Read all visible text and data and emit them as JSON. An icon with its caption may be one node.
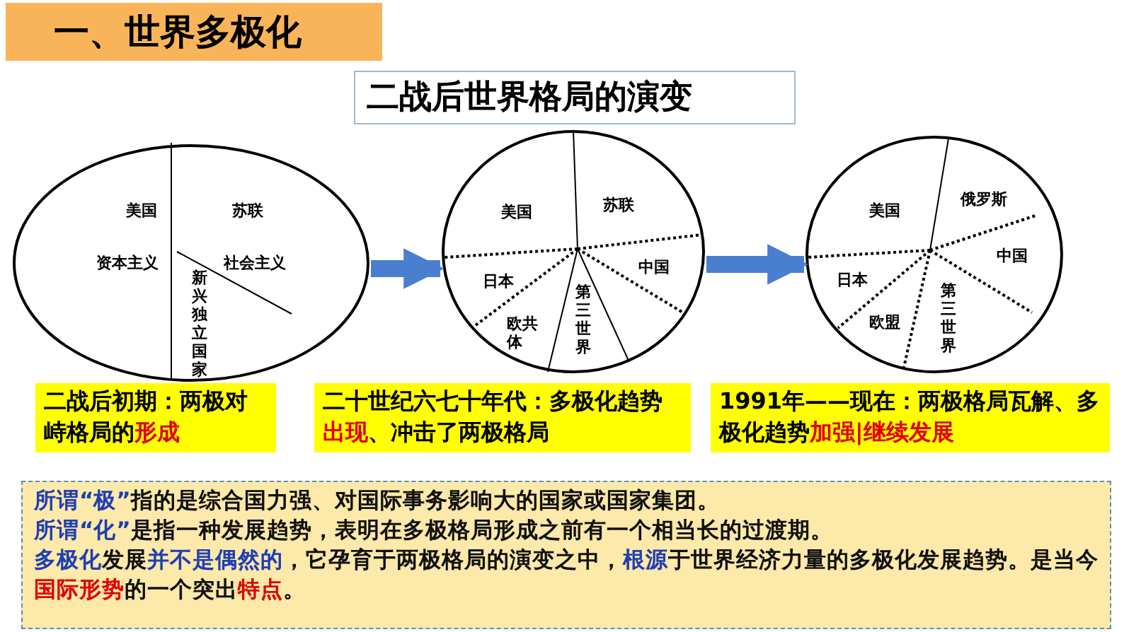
{
  "diagram": {
    "title": "一、世界多极化",
    "nodes": [
      {
        "text": [
          "二战后世界格局的演变"
        ]
      },
      {
        "text": [
          "美国",
          "苏联",
          "资本主义",
          "社会主义",
          "新兴独立国家"
        ]
      },
      {
        "text": [
          "美国",
          "苏联",
          "日本",
          "中国",
          "欧共体",
          "第三世界"
        ]
      },
      {
        "text": [
          "美国",
          "俄罗斯",
          "中国",
          "日本",
          "欧盟",
          "第三世界"
        ]
      },
      {
        "text": [
          "二战后初期：两极对峙格局的**形成**"
        ]
      },
      {
        "text": [
          "二十世纪六七十年代：多极化趋势**出现**、冲击了两极格局"
        ]
      },
      {
        "text": [
          "1991年——现在：两极格局瓦解、多极化趋势**加强|继续发展**"
        ]
      },
      {
        "text": [
          "**所谓“极”**指的是综合国力强、对国际事务影响大的国家或国家集团。",
          "**所谓“化”**是指一种发展趋势，表明在多极格局形成之前有一个相当长的过渡期。",
          "**多极化**发展**并不是偶然的**，它孕育于两极格局的演变之中，**根源**于世界经济力量的多极化发展趋势。是当今**国际形势**的一个突出**特点**。"
        ]
      }
    ],
    "edges": [
      {
        "from": 1,
        "to": 2,
        "arrow": "to"
      },
      {
        "from": 2,
        "to": 3,
        "arrow": "to"
      }
    ]
  }
}
